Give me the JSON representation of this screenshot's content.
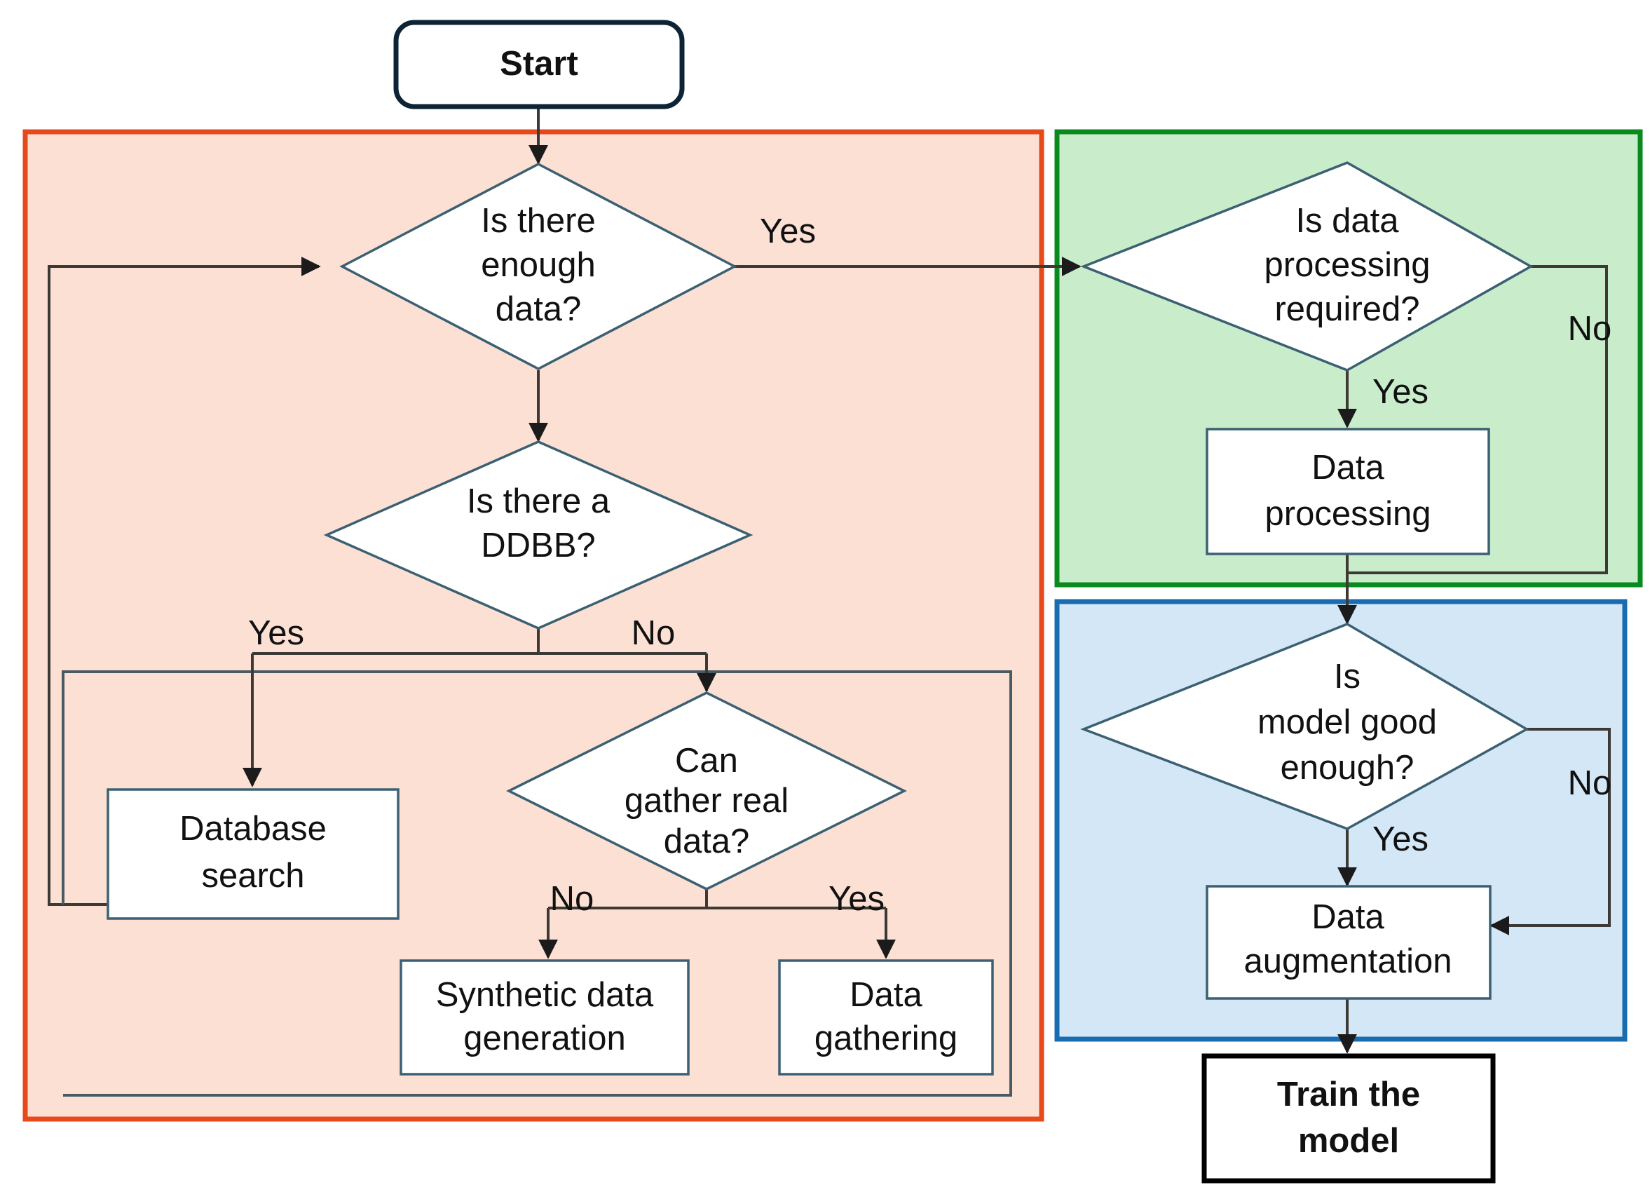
{
  "diagram": {
    "title": "Data preparation and model training flowchart",
    "type": "flowchart"
  },
  "colors": {
    "pink_fill": "#fce0d4",
    "pink_border": "#e8491b",
    "green_fill": "#c9edcb",
    "green_border": "#0a8a1e",
    "blue_fill": "#d4e7f7",
    "blue_border": "#1a6cb0",
    "node_fill": "#ffffff",
    "node_border": "#3b6073",
    "terminal_border": "#0d2436",
    "connector": "#3d3935",
    "text": "#111111"
  },
  "groups": [
    {
      "id": "data-acquisition-group",
      "name": "pink-data-group"
    },
    {
      "id": "data-processing-group",
      "name": "green-processing-group"
    },
    {
      "id": "model-evaluation-group",
      "name": "blue-model-group"
    }
  ],
  "nodes": {
    "start": {
      "label": "Start",
      "shape": "terminator",
      "bold": true
    },
    "enough_data": {
      "label_lines": [
        "Is there",
        "enough",
        "data?"
      ],
      "shape": "decision"
    },
    "ddbb": {
      "label_lines": [
        "Is there a",
        "DDBB?"
      ],
      "shape": "decision"
    },
    "database_search": {
      "label_lines": [
        "Database",
        "search"
      ],
      "shape": "process"
    },
    "gather_real": {
      "label_lines": [
        "Can",
        "gather real",
        "data?"
      ],
      "shape": "decision"
    },
    "synthetic": {
      "label_lines": [
        "Synthetic data",
        "generation"
      ],
      "shape": "process"
    },
    "gathering": {
      "label_lines": [
        "Data",
        "gathering"
      ],
      "shape": "process"
    },
    "processing_required": {
      "label_lines": [
        "Is data",
        "processing",
        "required?"
      ],
      "shape": "decision"
    },
    "data_processing": {
      "label_lines": [
        "Data",
        "processing"
      ],
      "shape": "process"
    },
    "model_good": {
      "label_lines": [
        "Is",
        "model good",
        "enough?"
      ],
      "shape": "decision"
    },
    "data_augmentation": {
      "label_lines": [
        "Data",
        "augmentation"
      ],
      "shape": "process"
    },
    "train_model": {
      "label_lines": [
        "Train the",
        "model"
      ],
      "shape": "process",
      "bold": true
    }
  },
  "edge_labels": {
    "enough_data_yes": "Yes",
    "ddbb_yes": "Yes",
    "ddbb_no": "No",
    "gather_no": "No",
    "gather_yes": "Yes",
    "processing_yes": "Yes",
    "processing_no": "No",
    "model_yes": "Yes",
    "model_no": "No"
  },
  "chart_data": {
    "type": "table",
    "title": "Data preparation and model training flowchart",
    "edges": [
      {
        "from": "start",
        "to": "enough_data",
        "label": ""
      },
      {
        "from": "enough_data",
        "to": "processing_required",
        "label": "Yes"
      },
      {
        "from": "enough_data",
        "to": "ddbb",
        "label": ""
      },
      {
        "from": "ddbb",
        "to": "database_search",
        "label": "Yes"
      },
      {
        "from": "ddbb",
        "to": "gather_real",
        "label": "No"
      },
      {
        "from": "gather_real",
        "to": "synthetic",
        "label": "No"
      },
      {
        "from": "gather_real",
        "to": "gathering",
        "label": "Yes"
      },
      {
        "from": "data-acquisition-loop",
        "to": "enough_data",
        "label": ""
      },
      {
        "from": "processing_required",
        "to": "data_processing",
        "label": "Yes"
      },
      {
        "from": "processing_required",
        "to": "model_good",
        "label": "No"
      },
      {
        "from": "data_processing",
        "to": "model_good",
        "label": ""
      },
      {
        "from": "model_good",
        "to": "data_augmentation",
        "label": "Yes"
      },
      {
        "from": "model_good",
        "to": "data_augmentation",
        "label": "No"
      },
      {
        "from": "data_augmentation",
        "to": "train_model",
        "label": ""
      }
    ]
  }
}
